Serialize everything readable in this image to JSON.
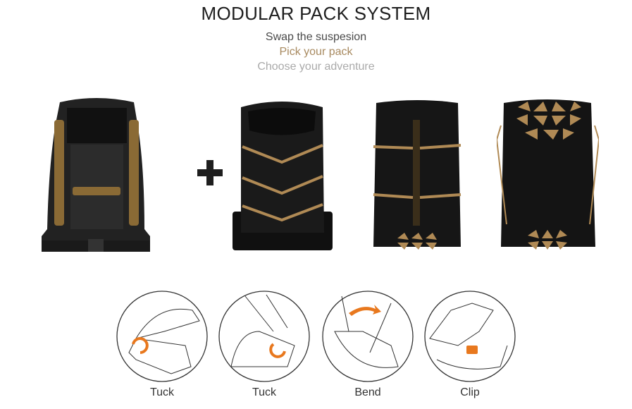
{
  "header": {
    "title": "MODULAR PACK SYSTEM",
    "taglines": [
      "Swap the suspesion",
      "Pick your pack",
      "Choose your adventure"
    ]
  },
  "colors": {
    "accent": "#a88a60",
    "gold_trim": "#b08a55",
    "pack_black": "#151515",
    "arrow_orange": "#e8781e"
  },
  "products": [
    {
      "name": "suspension-harness",
      "icon": "harness-image"
    },
    {
      "name": "plus-sign",
      "icon": "plus-icon"
    },
    {
      "name": "pack-chevron",
      "icon": "pack-image"
    },
    {
      "name": "pack-straps",
      "icon": "pack-image"
    },
    {
      "name": "pack-geometric",
      "icon": "pack-image"
    }
  ],
  "steps": [
    {
      "label": "Tuck"
    },
    {
      "label": "Tuck"
    },
    {
      "label": "Bend"
    },
    {
      "label": "Clip"
    }
  ]
}
